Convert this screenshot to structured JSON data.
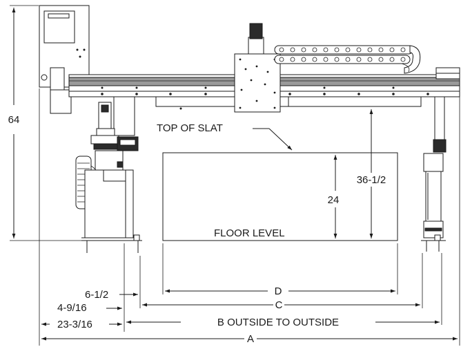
{
  "labels": {
    "height_64": "64",
    "top_of_slat": "TOP OF SLAT",
    "height_36_half": "36-1/2",
    "height_24": "24",
    "floor_level": "FLOOR LEVEL",
    "dim_d": "D",
    "dim_6_half": "6-1/2",
    "dim_c": "C",
    "dim_4_9_16": "4-9/16",
    "dim_b": "B  OUTSIDE TO OUTSIDE",
    "dim_23_3_16": "23-3/16",
    "dim_a": "A"
  },
  "colors": {
    "line": "#1a1a1a",
    "rail": "#9a9a9a",
    "dark_parts": "#2b2b2b",
    "background": "#ffffff"
  }
}
